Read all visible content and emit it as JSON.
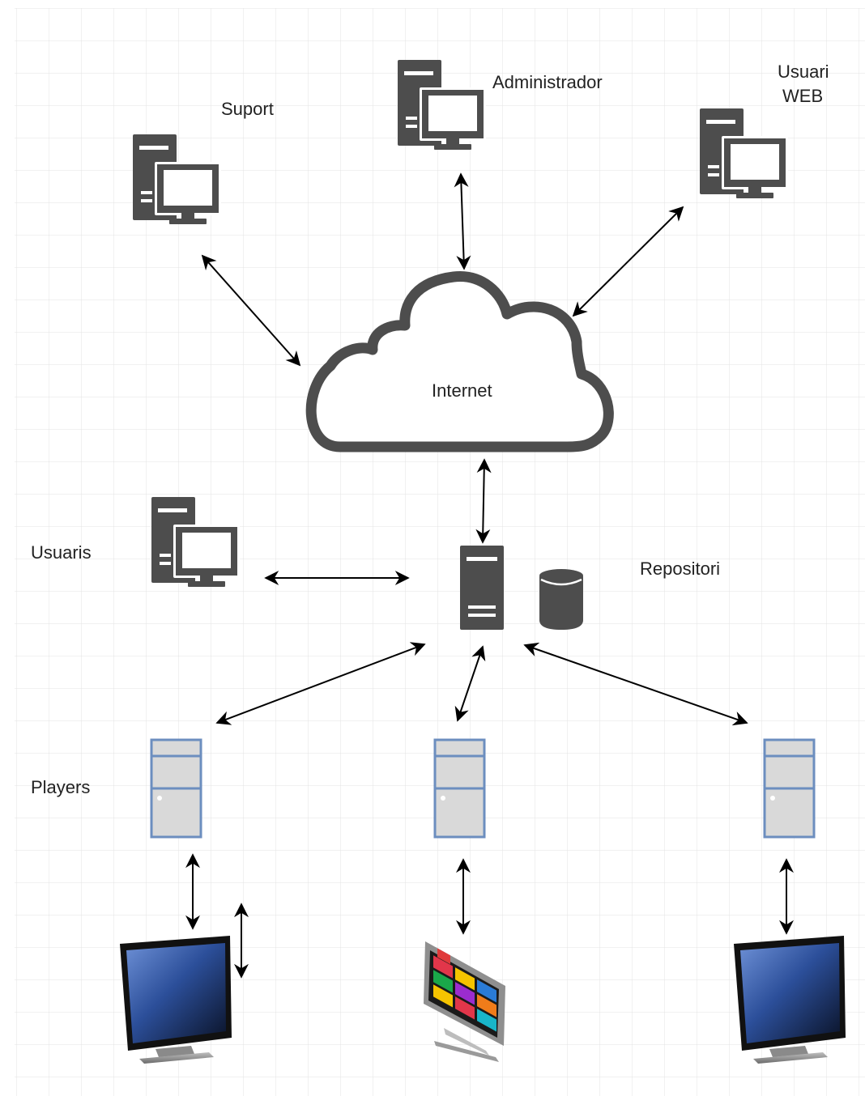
{
  "labels": {
    "suport": "Suport",
    "administrador": "Administrador",
    "usuari_web_line1": "Usuari",
    "usuari_web_line2": "WEB",
    "internet": "Internet",
    "usuaris": "Usuaris",
    "repositori": "Repositori",
    "players": "Players"
  },
  "icons": {
    "workstation": "desktop-computer-icon",
    "cloud": "cloud-icon",
    "server": "server-tower-icon",
    "database": "database-icon",
    "player": "player-tower-icon",
    "monitor": "monitor-icon",
    "video_wall": "video-wall-icon"
  },
  "colors": {
    "grid": "#e6e6e6",
    "workstation": "#4d4d4d",
    "player_fill": "#d9d9d9",
    "player_stroke": "#6c8ebf",
    "arrow": "#000000"
  }
}
